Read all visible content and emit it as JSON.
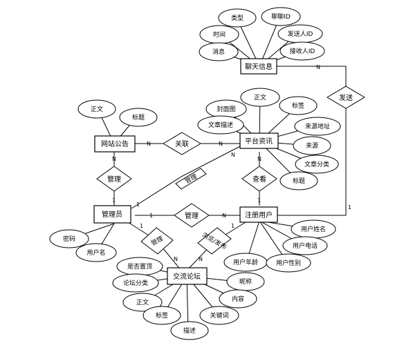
{
  "entities": {
    "chat": "聊天信息",
    "announcement": "网站公告",
    "platform_news": "平台资讯",
    "admin": "管理员",
    "user": "注册用户",
    "forum": "交流论坛"
  },
  "attributes": {
    "chat": [
      "类型",
      "聊聊ID",
      "时间",
      "发送人ID",
      "消息",
      "接收人ID"
    ],
    "announcement": [
      "正文",
      "标题"
    ],
    "platform_news": [
      "正文",
      "封面图",
      "标签",
      "文章描述",
      "来源地址",
      "来源",
      "文章分类",
      "标题"
    ],
    "admin": [
      "密码",
      "用户名"
    ],
    "user": [
      "用户姓名",
      "用户电话",
      "用户年龄",
      "用户性别"
    ],
    "forum": [
      "是否置顶",
      "论坛分类",
      "昵称",
      "正文",
      "内容",
      "标签",
      "关键词",
      "描述"
    ]
  },
  "relationships": {
    "send": "发送",
    "associate": "关联",
    "manage_news": "管理",
    "manage_announcement": "管理",
    "view": "查看",
    "manage_user": "管理",
    "manage_forum": "管理",
    "browse_publish": "浏览/发布"
  },
  "cardinalities": {
    "chat_send": "N",
    "send_user": "1",
    "ann_assoc": "N",
    "assoc_news": "N",
    "news_manage": "N",
    "manage_admin_news": "1",
    "ann_manage": "N",
    "admin_manage": "1",
    "news_view": "N",
    "view_user": "1",
    "admin_manage_user": "1",
    "manage_user_n": "N",
    "admin_manage_forum": "1",
    "manage_forum_n": "N",
    "user_browse": "1",
    "browse_forum": "N"
  }
}
